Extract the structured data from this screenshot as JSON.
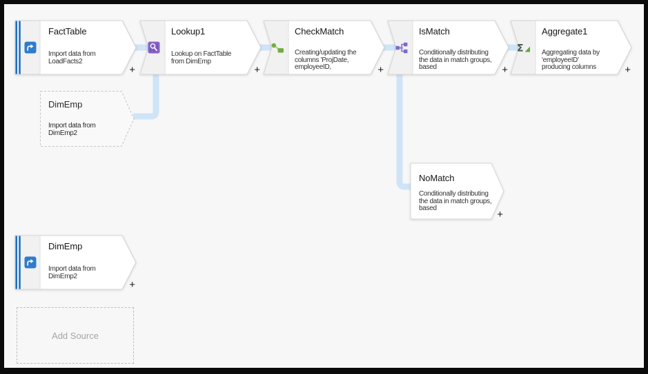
{
  "plus_label": "+",
  "add_source_label": "Add Source",
  "nodes": {
    "factTable": {
      "title": "FactTable",
      "description": "Import data from LoadFacts2",
      "icon": "source-import-icon"
    },
    "lookup1": {
      "title": "Lookup1",
      "description": "Lookup on FactTable from DimEmp",
      "icon": "lookup-icon"
    },
    "checkMatch": {
      "title": "CheckMatch",
      "description": "Creating/updating the columns 'ProjDate, employeeID,",
      "icon": "derived-column-icon"
    },
    "isMatch": {
      "title": "IsMatch",
      "description": "Conditionally distributing the data in match groups, based",
      "icon": "conditional-split-icon"
    },
    "aggregate1": {
      "title": "Aggregate1",
      "description": "Aggregating data by 'employeeID' producing columns",
      "icon": "aggregate-sigma-icon"
    },
    "dimEmpGhost": {
      "title": "DimEmp",
      "description": "Import data from DimEmp2"
    },
    "noMatch": {
      "title": "NoMatch",
      "description": "Conditionally distributing the data in match groups, based"
    },
    "dimEmpSource": {
      "title": "DimEmp",
      "description": "Import data from DimEmp2",
      "icon": "source-import-icon"
    }
  },
  "colors": {
    "canvas_bg": "#f7f7f7",
    "frame": "#0b0b0b",
    "connector": "#cfe4f7",
    "node_border": "#d6d6d6",
    "icon_strip": "#f1f1f1",
    "source_bar_blue": "#1e6ec2",
    "source_icon_blue": "#2f7ccc",
    "lookup_purple": "#8763c8",
    "derived_green": "#72ad3d",
    "split_purple": "#7e68c9",
    "aggregate_sigma_dark": "#41584a",
    "aggregate_triangle_green": "#63a83e"
  }
}
